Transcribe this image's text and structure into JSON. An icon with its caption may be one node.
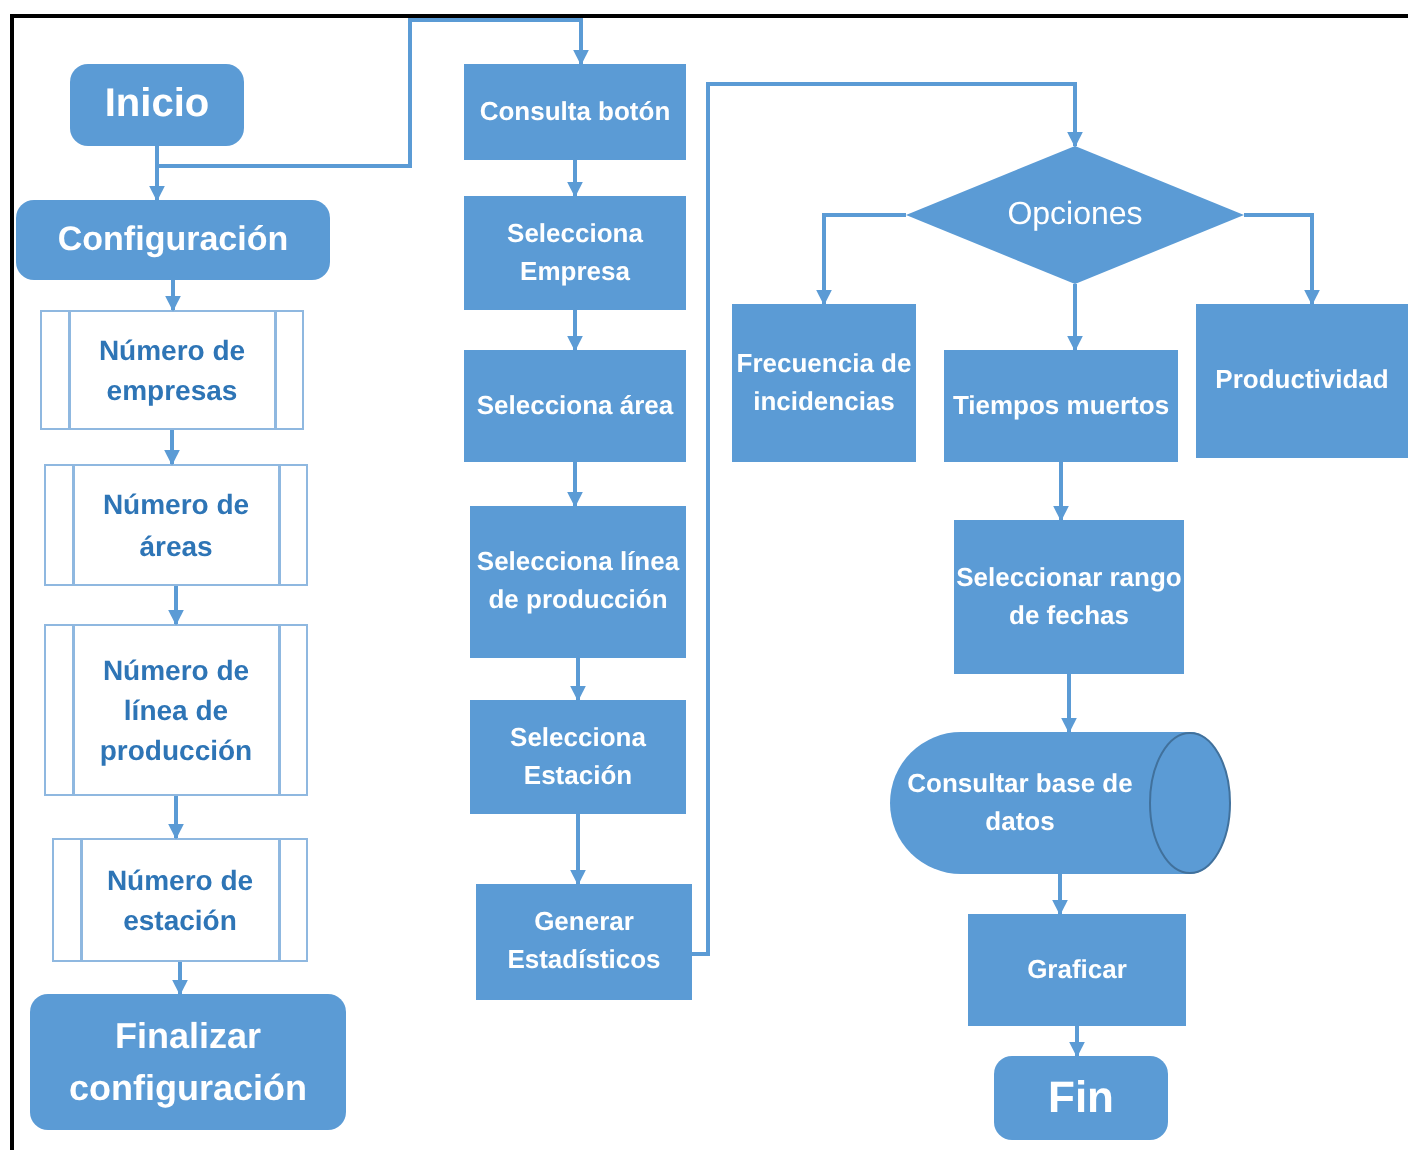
{
  "diagram": {
    "nodes": [
      {
        "text": [
          "Inicio"
        ]
      },
      {
        "text": [
          "Configuración"
        ]
      },
      {
        "text": [
          "Número de empresas"
        ]
      },
      {
        "text": [
          "Número de áreas"
        ]
      },
      {
        "text": [
          "Número de línea de producción"
        ]
      },
      {
        "text": [
          "Número de estación"
        ]
      },
      {
        "text": [
          "Finalizar configuración"
        ]
      },
      {
        "text": [
          "Consulta botón"
        ]
      },
      {
        "text": [
          "Selecciona Empresa"
        ]
      },
      {
        "text": [
          "Selecciona área"
        ]
      },
      {
        "text": [
          "Selecciona línea de producción"
        ]
      },
      {
        "text": [
          "Selecciona Estación"
        ]
      },
      {
        "text": [
          "Generar Estadísticos"
        ]
      },
      {
        "text": [
          "Opciones"
        ]
      },
      {
        "text": [
          "Frecuencia de incidencias"
        ]
      },
      {
        "text": [
          "Tiempos muertos"
        ]
      },
      {
        "text": [
          "Productividad"
        ]
      },
      {
        "text": [
          "Seleccionar rango de fechas"
        ]
      },
      {
        "text": [
          "Consultar base de datos"
        ]
      },
      {
        "text": [
          "Graficar"
        ]
      },
      {
        "text": [
          "Fin"
        ]
      }
    ],
    "edges": [
      {
        "from": 0,
        "to": 1,
        "arrow": "to"
      },
      {
        "from": 0,
        "to": 7,
        "arrow": "to"
      },
      {
        "from": 1,
        "to": 2,
        "arrow": "to"
      },
      {
        "from": 2,
        "to": 3,
        "arrow": "to"
      },
      {
        "from": 3,
        "to": 4,
        "arrow": "to"
      },
      {
        "from": 4,
        "to": 5,
        "arrow": "to"
      },
      {
        "from": 5,
        "to": 6,
        "arrow": "to"
      },
      {
        "from": 7,
        "to": 8,
        "arrow": "to"
      },
      {
        "from": 8,
        "to": 9,
        "arrow": "to"
      },
      {
        "from": 9,
        "to": 10,
        "arrow": "to"
      },
      {
        "from": 10,
        "to": 11,
        "arrow": "to"
      },
      {
        "from": 11,
        "to": 12,
        "arrow": "to"
      },
      {
        "from": 12,
        "to": 13,
        "arrow": "to"
      },
      {
        "from": 13,
        "to": 14,
        "arrow": "to"
      },
      {
        "from": 13,
        "to": 15,
        "arrow": "to"
      },
      {
        "from": 13,
        "to": 16,
        "arrow": "to"
      },
      {
        "from": 15,
        "to": 17,
        "arrow": "to"
      },
      {
        "from": 17,
        "to": 18,
        "arrow": "to"
      },
      {
        "from": 18,
        "to": 19,
        "arrow": "to"
      },
      {
        "from": 19,
        "to": 20,
        "arrow": "to"
      }
    ]
  }
}
